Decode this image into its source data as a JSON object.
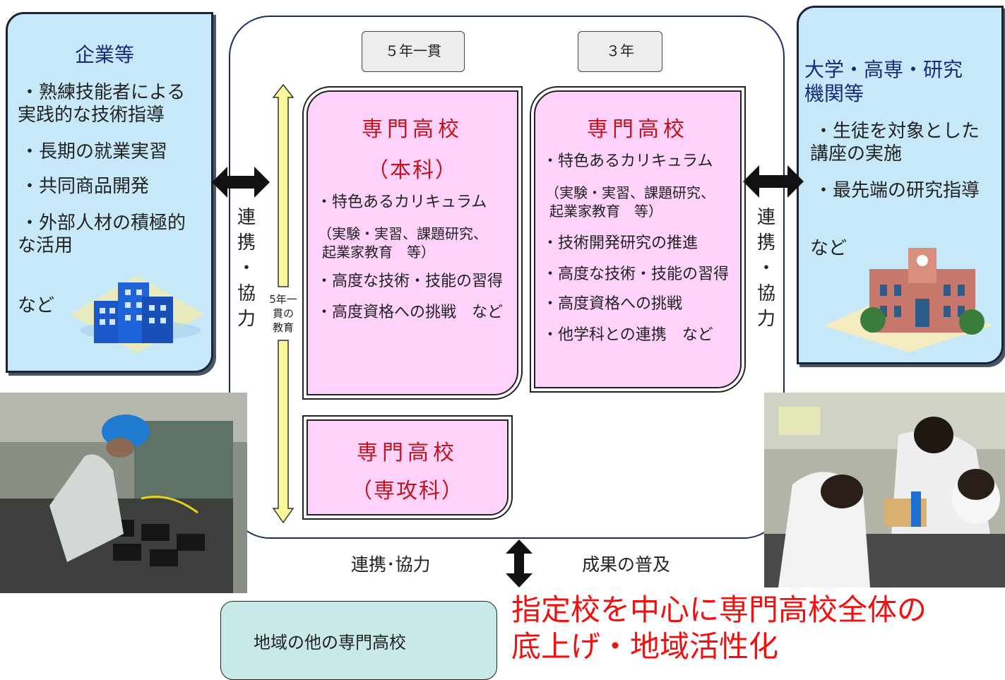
{
  "left_panel": {
    "title": "企業等",
    "items": [
      "・熟練技能者による",
      "実践的な技術指導",
      "・長期の就業実習",
      "・共同商品開発",
      "・外部人材の積極的",
      "な活用"
    ],
    "etc": "など"
  },
  "right_panel": {
    "title_line1": "大学・高専・研究",
    "title_line2": "機関等",
    "items": [
      "・生徒を対象とした",
      "講座の実施",
      "・最先端の研究指導"
    ],
    "etc": "など"
  },
  "year_labels": {
    "five_year": "５年一貫",
    "three_year": "３年"
  },
  "honka_box": {
    "title": "専門高校",
    "subtitle": "（本科）",
    "items": [
      "・特色あるカリキュラム",
      "（実験・実習、課題研究、",
      "起業家教育　等）",
      "・高度な技術・技能の習得",
      "・高度資格への挑戦　など"
    ]
  },
  "three_year_box": {
    "title": "専門高校",
    "items": [
      "・特色あるカリキュラム",
      "（実験・実習、課題研究、",
      "起業家教育　等）",
      "・技術開発研究の推進",
      "・高度な技術・技能の習得",
      "・高度資格への挑戦",
      "・他学科との連携　など"
    ]
  },
  "senkou_box": {
    "title": "専門高校",
    "subtitle": "（専攻科）"
  },
  "vertical_label": [
    "連",
    "携",
    "・",
    "協",
    "力"
  ],
  "five_year_edu": [
    "5年一",
    "貫の",
    "教育"
  ],
  "bottom": {
    "left_label": "連携･協力",
    "right_label": "成果の普及",
    "other_schools": "地域の他の専門高校",
    "message_line1": "指定校を中心に専門高校全体の",
    "message_line2": "底上げ・地域活性化"
  }
}
